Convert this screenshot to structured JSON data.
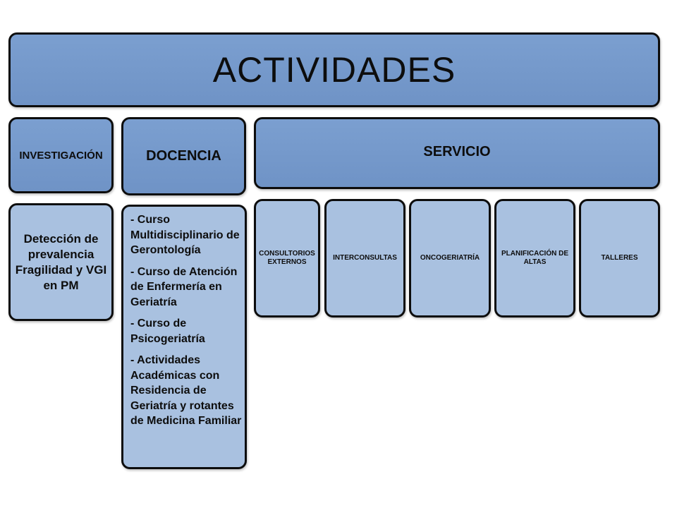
{
  "title": "ACTIVIDADES",
  "columns": {
    "investigacion": {
      "header": "INVESTIGACIÓN",
      "body": "Detección de prevalencia Fragilidad y VGI en PM"
    },
    "docencia": {
      "header": "DOCENCIA",
      "items": [
        "- Curso Multidisciplinario de Gerontología",
        "- Curso de Atención de Enfermería en Geriatría",
        "- Curso de Psicogeriatría",
        "- Actividades Académicas con Residencia  de Geriatría y rotantes de Medicina Familiar"
      ]
    },
    "servicio": {
      "header": "SERVICIO",
      "items": [
        "CONSULTORIOS EXTERNOS",
        "INTERCONSULTAS",
        "ONCOGERIATRÍA",
        "PLANIFICACIÓN DE ALTAS",
        "TALLERES"
      ]
    }
  },
  "colors": {
    "header_fill": "#7b9fd0",
    "body_fill": "#a9c1e0",
    "border": "#0d0d0d"
  }
}
